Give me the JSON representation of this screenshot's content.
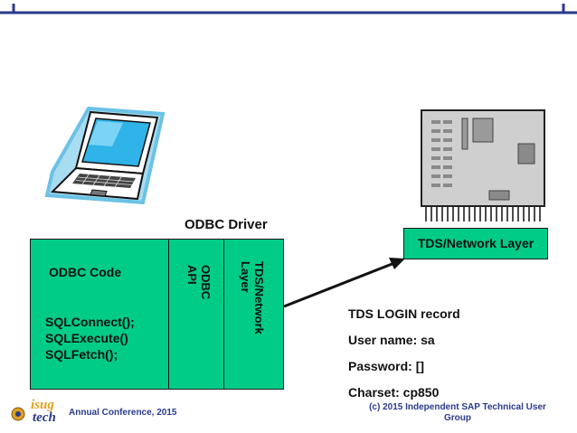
{
  "diagram": {
    "driver_label": "ODBC Driver",
    "odbc_code_label": "ODBC Code",
    "calls": [
      "SQLConnect();",
      "SQLExecute()",
      "SQLFetch();"
    ],
    "odbc_api_label": "ODBC\nAPI",
    "tds_layer_label": "TDS/Network\nLayer",
    "server_layer_label": "TDS/Network Layer",
    "login_record": {
      "title": "TDS LOGIN record",
      "user": "User name: sa",
      "password": "Password: []",
      "charset": "Charset: cp850"
    }
  },
  "footer": {
    "logo_top": "isug",
    "logo_bottom": "tech",
    "left": "Annual Conference, 2015",
    "right_line1": "(c) 2015 Independent SAP Technical User",
    "right_line2": "Group"
  },
  "colors": {
    "green": "#00cc88",
    "navy": "#2a3a8c",
    "screen_blue": "#2fb3e8"
  }
}
